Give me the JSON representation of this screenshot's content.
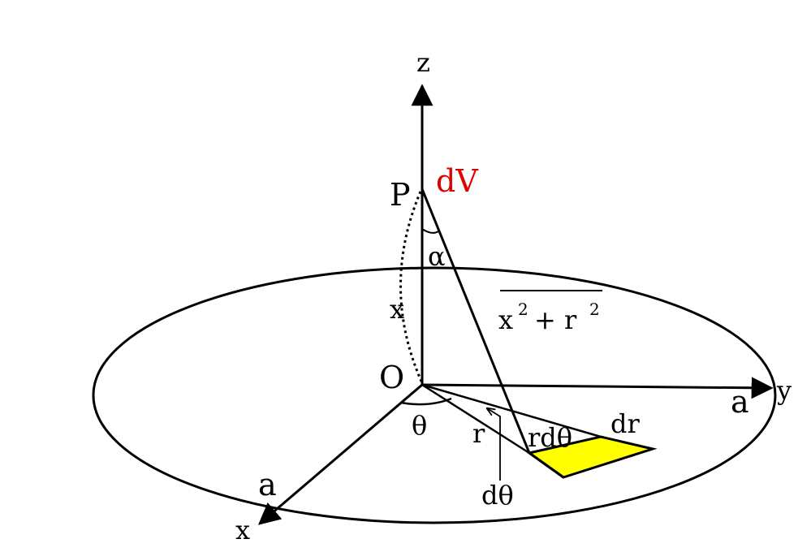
{
  "colors": {
    "line": "#000000",
    "accent_label": "#e00000",
    "area_element_fill": "#ffff00",
    "background": "#ffffff"
  },
  "labels": {
    "z_axis": "z",
    "y_axis": "y",
    "x_axis": "x",
    "point_p": "P",
    "origin": "O",
    "dv": "dV",
    "alpha": "α",
    "height_x": "x",
    "distance_base": "x",
    "distance_exp_x": "2",
    "distance_plus": "+ r",
    "distance_exp_r": "2",
    "theta": "θ",
    "radius_r": "r",
    "arc_rdtheta": "rdθ",
    "radial_dr": "dr",
    "dtheta": "dθ",
    "radius_a_x": "a",
    "radius_a_y": "a"
  }
}
